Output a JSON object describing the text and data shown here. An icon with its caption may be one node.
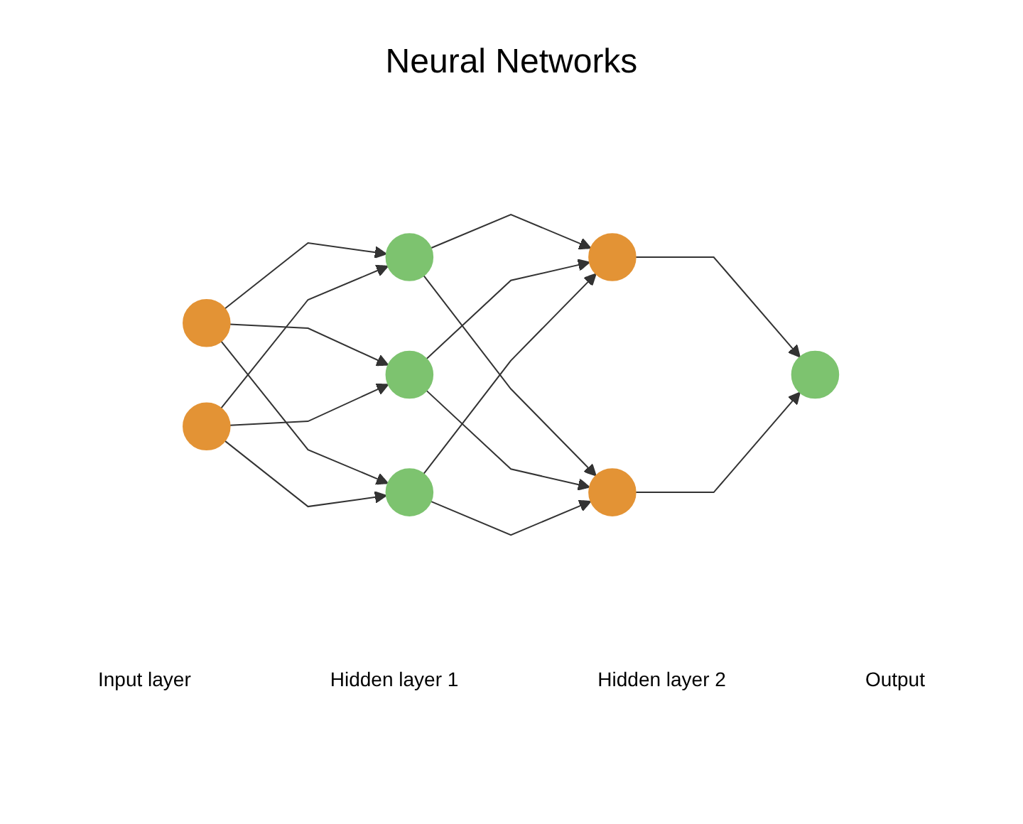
{
  "diagram": {
    "title": "Neural Networks",
    "nodes": [
      {
        "text": [],
        "shape": "circle"
      },
      {
        "text": [],
        "shape": "circle"
      },
      {
        "text": [],
        "shape": "circle"
      },
      {
        "text": [],
        "shape": "circle"
      },
      {
        "text": [],
        "shape": "circle"
      },
      {
        "text": [],
        "shape": "circle"
      },
      {
        "text": [],
        "shape": "circle"
      },
      {
        "text": [],
        "shape": "circle"
      }
    ],
    "edges": [
      {
        "from": 0,
        "to": 2,
        "arrow": "to"
      },
      {
        "from": 0,
        "to": 3,
        "arrow": "to"
      },
      {
        "from": 0,
        "to": 4,
        "arrow": "to"
      },
      {
        "from": 1,
        "to": 2,
        "arrow": "to"
      },
      {
        "from": 1,
        "to": 3,
        "arrow": "to"
      },
      {
        "from": 1,
        "to": 4,
        "arrow": "to"
      },
      {
        "from": 2,
        "to": 5,
        "arrow": "to"
      },
      {
        "from": 2,
        "to": 6,
        "arrow": "to"
      },
      {
        "from": 3,
        "to": 5,
        "arrow": "to"
      },
      {
        "from": 3,
        "to": 6,
        "arrow": "to"
      },
      {
        "from": 4,
        "to": 5,
        "arrow": "to"
      },
      {
        "from": 4,
        "to": 6,
        "arrow": "to"
      },
      {
        "from": 5,
        "to": 7,
        "arrow": "to"
      },
      {
        "from": 6,
        "to": 7,
        "arrow": "to"
      }
    ],
    "labels": [
      "Input layer",
      "Hidden layer 1",
      "Hidden layer 2",
      "Output"
    ]
  }
}
